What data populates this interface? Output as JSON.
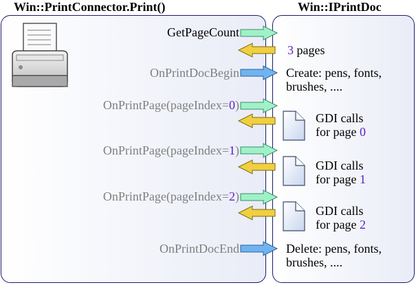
{
  "left_title": "Win::PrintConnector.Print()",
  "right_title": "Win::IPrintDoc",
  "icons": {
    "printer": "printer-icon",
    "page": "page-icon"
  },
  "colors": {
    "call_arrow": "#9ff2c8",
    "return_arrow": "#f0cf40",
    "event_arrow": "#6fb4f0",
    "number": "#5b1fc4"
  },
  "calls": {
    "get_page_count": "GetPageCount",
    "doc_begin": "OnPrintDocBegin",
    "page_call_prefix": "OnPrintPage(pageIndex=",
    "page_call_suffix": ")",
    "doc_end": "OnPrintDocEnd"
  },
  "responses": {
    "page_count_value": "3",
    "page_count_unit": " pages",
    "create_line1": "Create: pens, fonts,",
    "create_line2": "brushes, ....",
    "gdi_line1": "GDI calls",
    "gdi_line2_prefix": "for page ",
    "delete_line1": "Delete: pens, fonts,",
    "delete_line2": "brushes, ...."
  },
  "pages": [
    {
      "index": "0"
    },
    {
      "index": "1"
    },
    {
      "index": "2"
    }
  ]
}
